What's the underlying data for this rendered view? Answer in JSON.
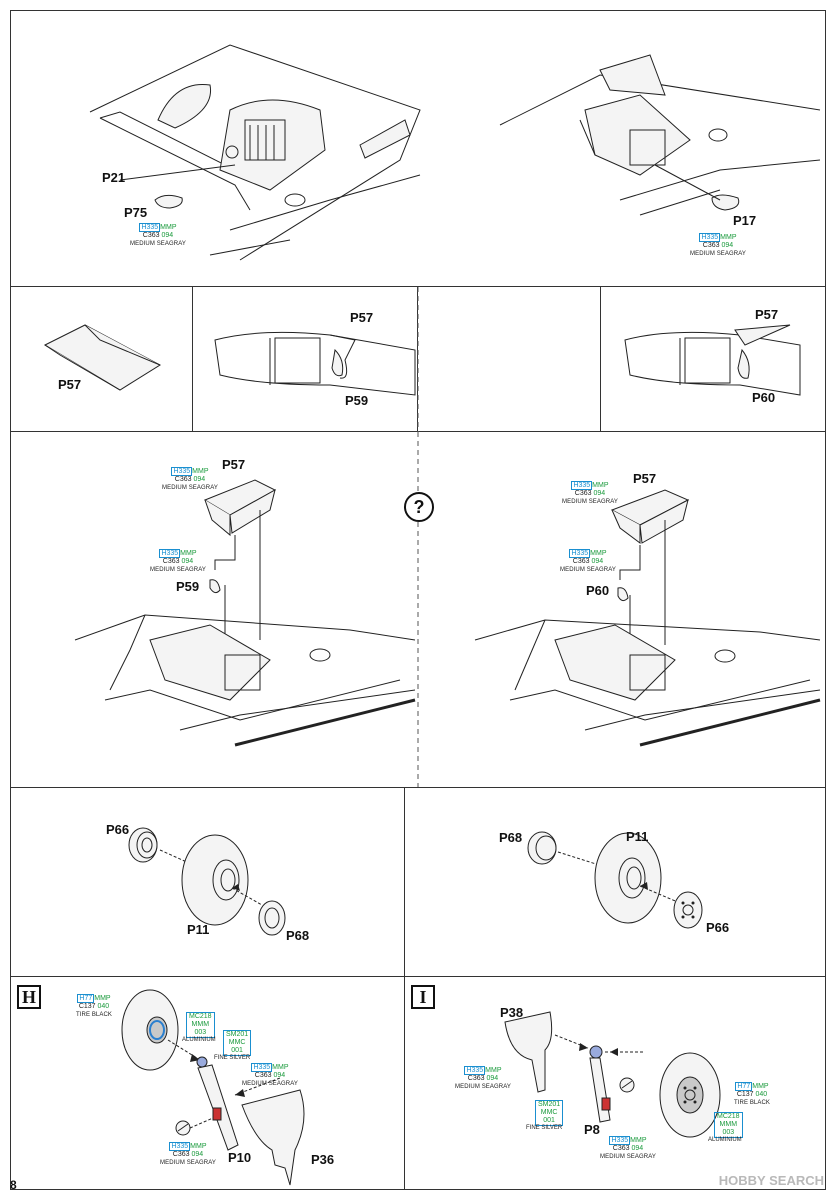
{
  "page_number": "8",
  "watermark": "HOBBY SEARCH",
  "question_mark": "?",
  "top_left": {
    "labels": [
      "P21",
      "P75"
    ],
    "paint": {
      "h": "H335",
      "m": "MMP",
      "c": "C363",
      "m2": "094",
      "name": "MEDIUM SEAGRAY"
    }
  },
  "top_right": {
    "labels": [
      "P17"
    ],
    "paint": {
      "h": "H335",
      "m": "MMP",
      "c": "C363",
      "m2": "094",
      "name": "MEDIUM SEAGRAY"
    }
  },
  "mid_left_a": {
    "labels": [
      "P57"
    ]
  },
  "mid_left_b": {
    "labels": [
      "P57",
      "P59"
    ]
  },
  "mid_right_b": {
    "labels": [
      "P57",
      "P60"
    ]
  },
  "assembly_left": {
    "labels": [
      "P57",
      "P59"
    ],
    "paint1": {
      "h": "H335",
      "m": "MMP",
      "c": "C363",
      "m2": "094",
      "name": "MEDIUM SEAGRAY"
    },
    "paint2": {
      "h": "H335",
      "m": "MMP",
      "c": "C363",
      "m2": "094",
      "name": "MEDIUM SEAGRAY"
    }
  },
  "assembly_right": {
    "labels": [
      "P57",
      "P60"
    ],
    "paint1": {
      "h": "H335",
      "m": "MMP",
      "c": "C363",
      "m2": "094",
      "name": "MEDIUM SEAGRAY"
    },
    "paint2": {
      "h": "H335",
      "m": "MMP",
      "c": "C363",
      "m2": "094",
      "name": "MEDIUM SEAGRAY"
    }
  },
  "wheel_left": {
    "labels": [
      "P66",
      "P11",
      "P68"
    ]
  },
  "wheel_right": {
    "labels": [
      "P68",
      "P11",
      "P66"
    ]
  },
  "step_h": {
    "step": "H",
    "labels": [
      "P10",
      "P36"
    ],
    "tire": {
      "h": "H77",
      "m": "MMP",
      "c": "C137",
      "m2": "040",
      "name": "TIRE BLACK"
    },
    "alu": {
      "lines": [
        "MC218",
        "MMM",
        "003"
      ],
      "name": "ALUMINIUM"
    },
    "silver": {
      "lines": [
        "SM201",
        "MMC",
        "001"
      ],
      "name": "FINE SILVER"
    },
    "gray1": {
      "h": "H335",
      "m": "MMP",
      "c": "C363",
      "m2": "094",
      "name": "MEDIUM SEAGRAY"
    },
    "gray2": {
      "h": "H335",
      "m": "MMP",
      "c": "C363",
      "m2": "094",
      "name": "MEDIUM SEAGRAY"
    }
  },
  "step_i": {
    "step": "I",
    "labels": [
      "P38",
      "P8"
    ],
    "gray1": {
      "h": "H335",
      "m": "MMP",
      "c": "C363",
      "m2": "094",
      "name": "MEDIUM SEAGRAY"
    },
    "silver": {
      "lines": [
        "SM201",
        "MMC",
        "001"
      ],
      "name": "FINE SILVER"
    },
    "gray2": {
      "h": "H335",
      "m": "MMP",
      "c": "C363",
      "m2": "094",
      "name": "MEDIUM SEAGRAY"
    },
    "tire": {
      "h": "H77",
      "m": "MMP",
      "c": "C137",
      "m2": "040",
      "name": "TIRE BLACK"
    },
    "alu": {
      "lines": [
        "MC218",
        "MMM",
        "003"
      ],
      "name": "ALUMINIUM"
    }
  }
}
